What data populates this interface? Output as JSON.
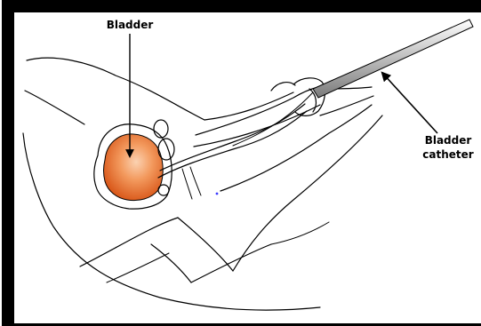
{
  "labels": {
    "bladder": "Bladder",
    "catheter_line1": "Bladder",
    "catheter_line2": "catheter"
  },
  "colors": {
    "frame": "#000000",
    "background": "#ffffff",
    "bladder_fill_light": "#f7b58a",
    "bladder_fill_dark": "#e0651f",
    "catheter_fill": "#c8c8c8",
    "outline": "#000000"
  }
}
